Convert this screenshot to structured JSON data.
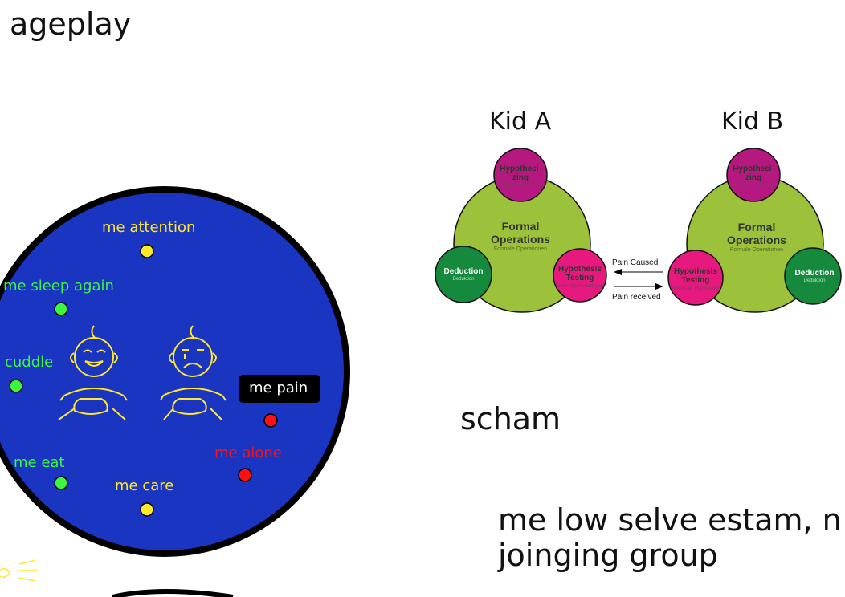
{
  "title": "ageplay",
  "circle": {
    "labels": {
      "attention": "me attention",
      "sleep": "me sleep again",
      "cuddle": "cuddle",
      "pain": "me pain",
      "alone": "me alone",
      "eat": "me eat",
      "care": "me care"
    },
    "colors": {
      "background": "#1b35c3",
      "yellow": "#ffe82a",
      "green": "#3cf53c",
      "red": "#ff1010",
      "border": "#000000"
    }
  },
  "kids": [
    {
      "name": "Kid A",
      "top": {
        "title1": "Hypothesi-",
        "title2": "zing",
        "sub": "Hypothesenbildung"
      },
      "center": {
        "title1": "Formal",
        "title2": "Operations",
        "sub": "Formale Operationen"
      },
      "left": {
        "title": "Deduction",
        "sub": "Deduktion"
      },
      "right": {
        "title1": "Hypothesis",
        "title2": "Testing",
        "sub": "Testen der Hypothesen"
      }
    },
    {
      "name": "Kid B",
      "top": {
        "title1": "Hypothesi-",
        "title2": "zing",
        "sub": "Hypothesenbildung"
      },
      "center": {
        "title1": "Formal",
        "title2": "Operations",
        "sub": "Formale Operationen"
      },
      "left": {
        "title1": "Hypothesis",
        "title2": "Testing",
        "sub": "Testen der Hypothesen"
      },
      "right": {
        "title": "Deduction",
        "sub": "Deduktion"
      }
    }
  ],
  "arrows": {
    "caused": "Pain Caused",
    "received": "Pain received"
  },
  "diagram_colors": {
    "lime": "#9bc23a",
    "magenta": "#b5197f",
    "pink": "#e8197e",
    "green": "#168a3c"
  },
  "notes": {
    "scham": "scham",
    "low_line1": "me low selve estam, n",
    "low_line2": "joinging group"
  }
}
